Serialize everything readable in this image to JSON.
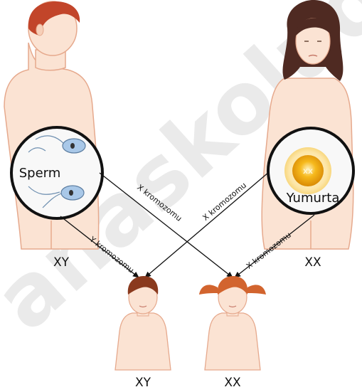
{
  "labels": {
    "sperm": "Sperm",
    "egg": "Yumurta",
    "egg_chromosome": "XX",
    "father_genotype": "XY",
    "mother_genotype": "XX",
    "son_genotype": "XY",
    "daughter_genotype": "XX"
  },
  "arrows": {
    "father_to_daughter": "X kromozomu",
    "mother_to_son": "X kromozomu",
    "father_to_son": "Y kromozomu",
    "mother_to_daughter": "X kromozomu"
  },
  "watermark": "anaskoludur",
  "colors": {
    "skin": "#fbe3d3",
    "skin_outline": "#e6a98d",
    "male_hair": "#c2452a",
    "female_hair": "#4f2a22",
    "boy_hair": "#8a3a1e",
    "girl_hair": "#d2642e",
    "egg": "#f4ad14",
    "sperm": "#a9c8e8",
    "watermark": "#dcdcdc"
  }
}
